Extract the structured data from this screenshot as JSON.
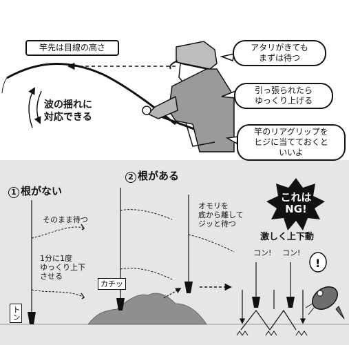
{
  "top": {
    "rod_tip_label": "竿先は目線の高さ",
    "wait_bubble": "アタリがきても\nまずは待つ",
    "pull_bubble": "引っ張られたら\nゆっくり上げる",
    "grip_bubble": "竿のリアグリップを\nヒジに当てておくと\nいいよ",
    "wave_text": "波の揺れに\n対応できる"
  },
  "sections": {
    "no_snag": {
      "title_num": "1",
      "title": "根がない",
      "note1": "そのまま待つ",
      "note2": "1分に1度\nゆっくり上下\nさせる",
      "sound": "トン"
    },
    "snag": {
      "title_num": "2",
      "title": "根がある",
      "hit_sound": "カチッ",
      "note": "オモリを\n底から離して\nジッと待つ"
    },
    "ng": {
      "badge": "これは\nNG!",
      "label": "激しく上下動",
      "kon_left": "コン!",
      "kon_right": "コン!"
    }
  },
  "colors": {
    "bottom_panel": "#e6e6e6",
    "mound": "#8f8f8f",
    "ink": "#111111"
  }
}
